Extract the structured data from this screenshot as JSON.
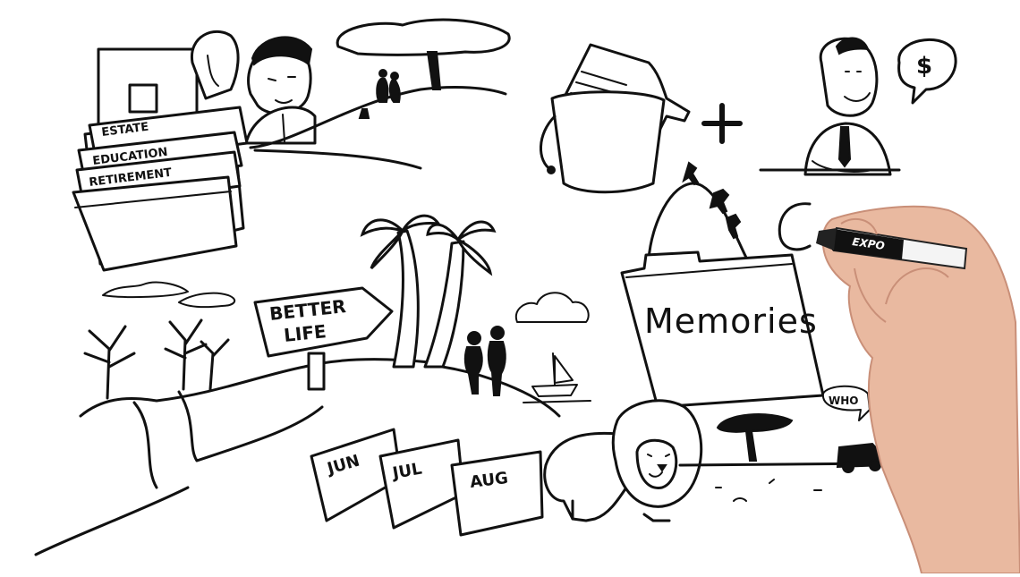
{
  "folders": {
    "tab1": "ESTATE",
    "tab2": "EDUCATION",
    "tab3": "RETIREMENT"
  },
  "sign": {
    "line1": "BETTER",
    "line2": "LIFE"
  },
  "speech_bubble_symbol": "$",
  "memories_label": "Memories",
  "months": [
    "JUN",
    "JUL",
    "AUG"
  ],
  "bubble_partial": "WHO",
  "marker_brand": "EXPO",
  "colors": {
    "ink": "#111111",
    "paper": "#ffffff",
    "skin": "#e9b9a0",
    "skin_shadow": "#c98f78",
    "cap": "#f4f4f4"
  }
}
